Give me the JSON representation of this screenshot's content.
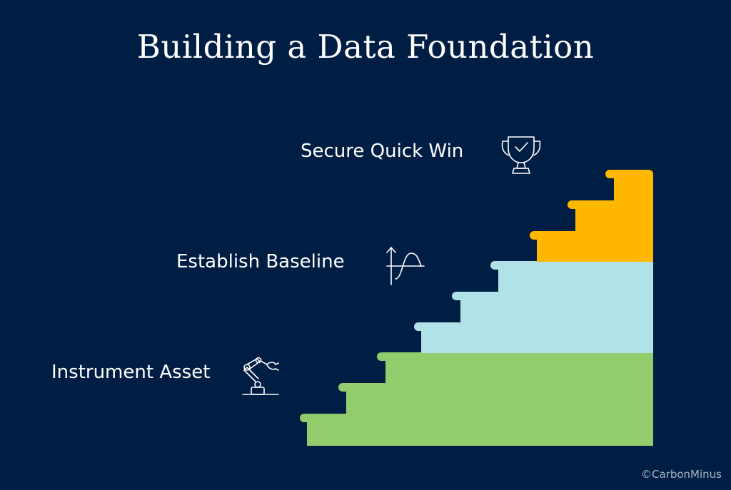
{
  "title": "Building a Data Foundation",
  "steps": [
    {
      "label": "Secure Quick Win",
      "icon": "trophy-check-icon",
      "color": "#ffb700"
    },
    {
      "label": "Establish Baseline",
      "icon": "rising-curve-icon",
      "color": "#b1e2e7"
    },
    {
      "label": "Instrument Asset",
      "icon": "robotic-arm-icon",
      "color": "#92cd6d"
    }
  ],
  "copyright": "©CarbonMinus",
  "colors": {
    "background": "#001e43",
    "text": "#ffffff",
    "icon_stroke": "#ffffff"
  }
}
